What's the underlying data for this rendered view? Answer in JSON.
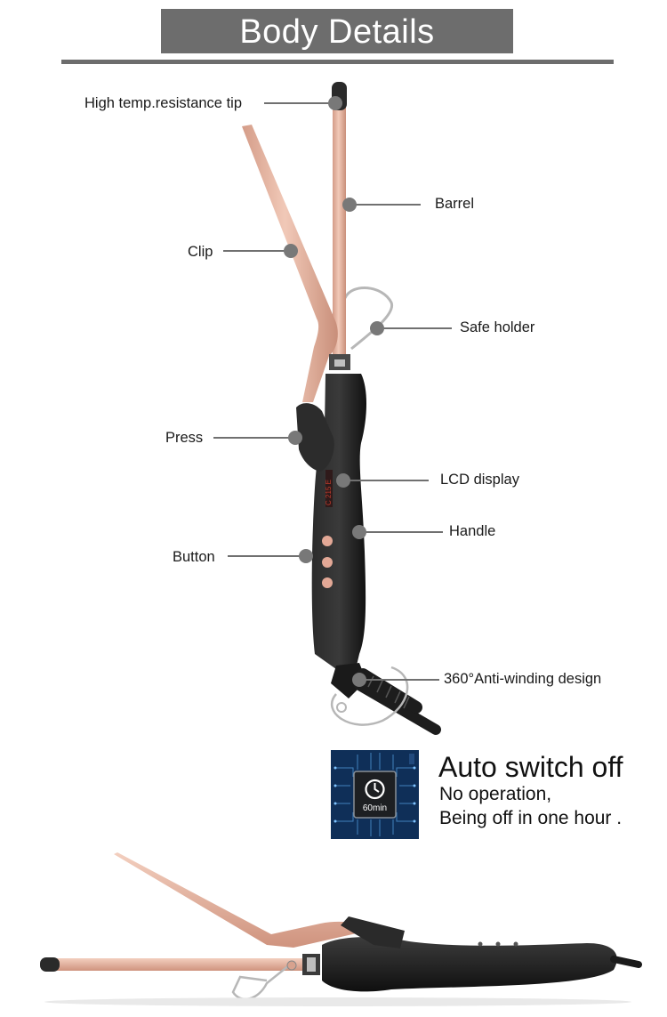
{
  "header": {
    "title": "Body Details"
  },
  "callouts": [
    {
      "id": "tip",
      "label": "High temp.resistance tip"
    },
    {
      "id": "barrel",
      "label": "Barrel"
    },
    {
      "id": "clip",
      "label": "Clip"
    },
    {
      "id": "safe-holder",
      "label": "Safe holder"
    },
    {
      "id": "press",
      "label": "Press"
    },
    {
      "id": "lcd",
      "label": "LCD display"
    },
    {
      "id": "handle",
      "label": "Handle"
    },
    {
      "id": "button",
      "label": "Button"
    },
    {
      "id": "anti-winding",
      "label": "360°Anti-winding design"
    }
  ],
  "auto_switch_off": {
    "icon_text": "60min",
    "title": "Auto switch off",
    "line1": "No operation,",
    "line2": "Being off in one hour ."
  },
  "colors": {
    "header_bg": "#6d6d6d",
    "rose_gold": "#e7b7a4",
    "body_black": "#1f1f1f",
    "leader_gray": "#787878",
    "chip_blue": "#0f2f58"
  }
}
